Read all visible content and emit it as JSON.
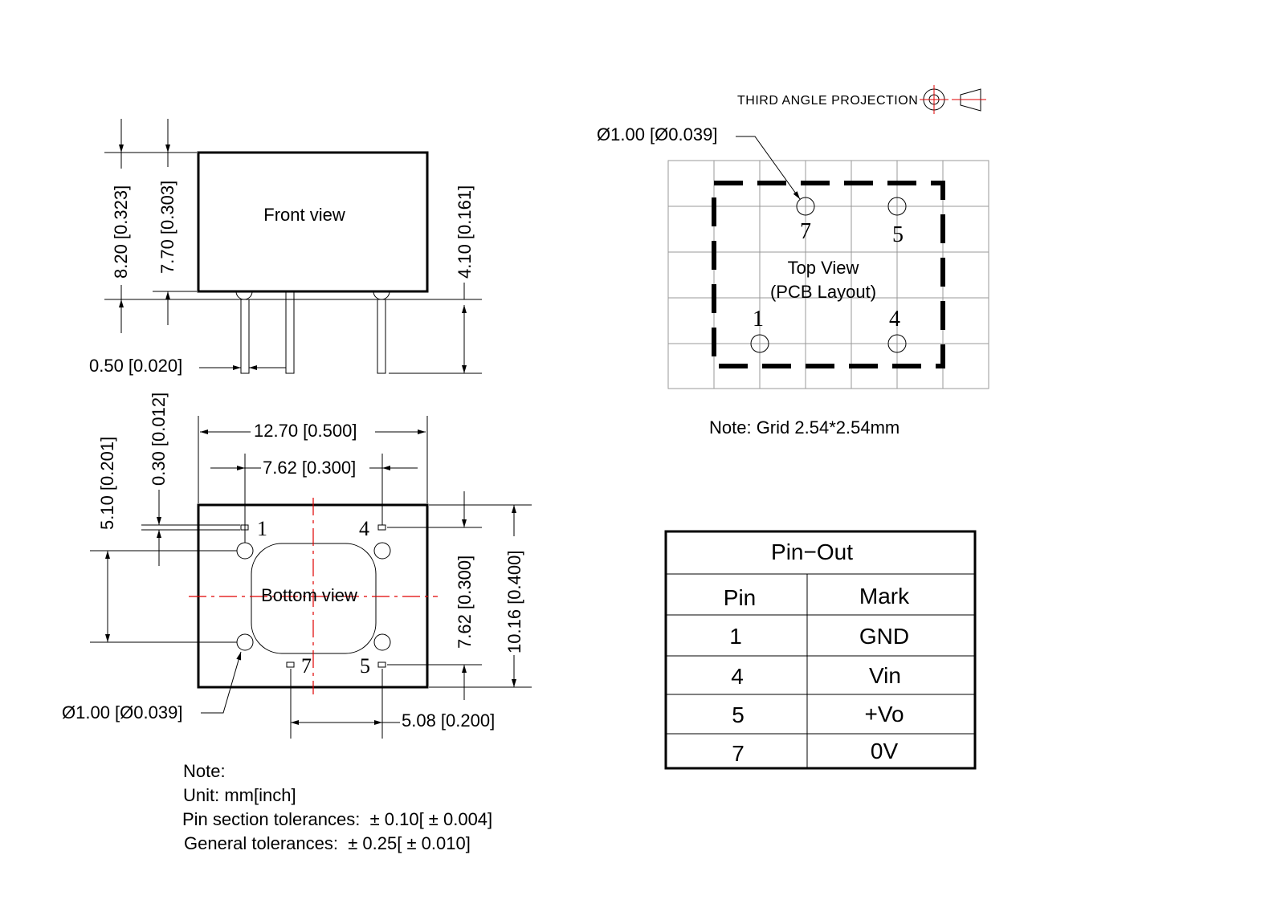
{
  "projection": {
    "label": "THIRD ANGLE PROJECTION"
  },
  "front_view": {
    "title": "Front view",
    "dims": {
      "total_height": "8.20 [0.323]",
      "body_height": "7.70 [0.303]",
      "pin_length": "4.10 [0.161]",
      "pin_width": "0.50 [0.020]"
    }
  },
  "bottom_view": {
    "title": "Bottom view",
    "dims": {
      "width": "12.70 [0.500]",
      "pin_pitch_x": "7.62 [0.300]",
      "pin_offset": "5.10 [0.201]",
      "pin_thickness": "0.30 [0.012]",
      "pin_pitch_y": "7.62 [0.300]",
      "depth": "10.16 [0.400]",
      "pin_7_5_spacing": "5.08 [0.200]",
      "pin_diameter": "Ø1.00 [Ø0.039]"
    },
    "pins": [
      "1",
      "4",
      "7",
      "5"
    ]
  },
  "top_view": {
    "title": "Top View",
    "subtitle": "(PCB Layout)",
    "pin_diameter": "Ø1.00 [Ø0.039]",
    "pins": [
      "7",
      "5",
      "1",
      "4"
    ],
    "grid_note": "Note: Grid 2.54*2.54mm"
  },
  "pinout": {
    "title": "Pin−Out",
    "headers": [
      "Pin",
      "Mark"
    ],
    "rows": [
      [
        "1",
        "GND"
      ],
      [
        "4",
        "Vin"
      ],
      [
        "5",
        "+Vo"
      ],
      [
        "7",
        "0V"
      ]
    ]
  },
  "notes": {
    "heading": "Note:",
    "lines": [
      "Unit: mm[inch]",
      "Pin section tolerances:  ± 0.10[ ± 0.004]",
      "General tolerances:  ± 0.25[ ± 0.010]"
    ]
  }
}
